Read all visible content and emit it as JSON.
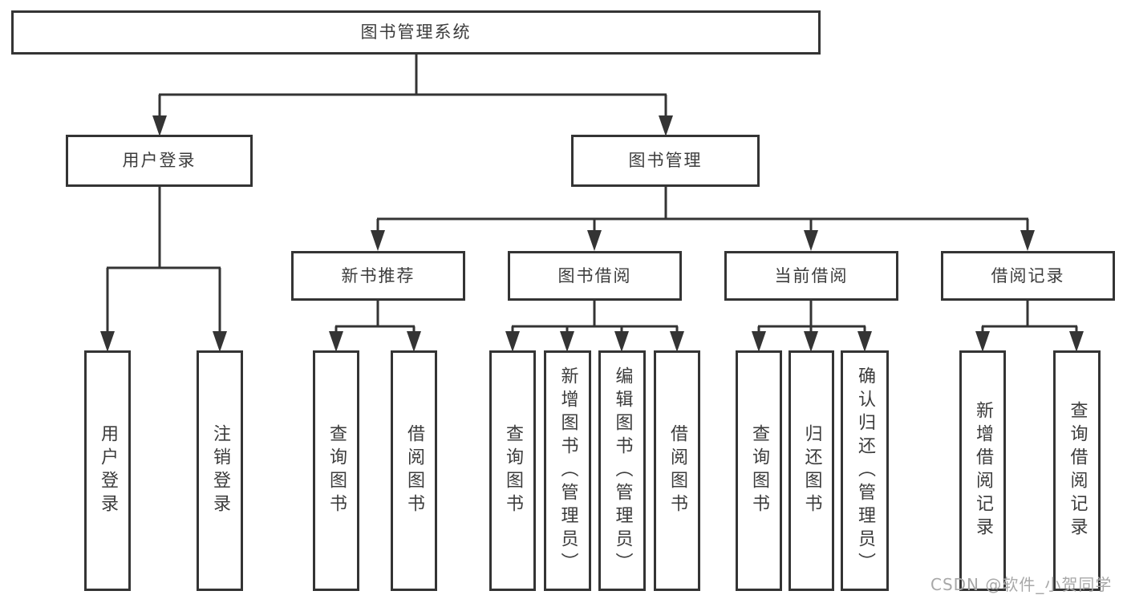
{
  "diagram": {
    "root": "图书管理系统",
    "branches": [
      {
        "label": "用户登录",
        "leaves": [
          "用户登录",
          "注销登录"
        ]
      },
      {
        "label": "图书管理",
        "sections": [
          {
            "label": "新书推荐",
            "leaves": [
              "查询图书",
              "借阅图书"
            ]
          },
          {
            "label": "图书借阅",
            "leaves": [
              "查询图书",
              "新增图书（管理员）",
              "编辑图书（管理员）",
              "借阅图书"
            ]
          },
          {
            "label": "当前借阅",
            "leaves": [
              "查询图书",
              "归还图书",
              "确认归还（管理员）"
            ]
          },
          {
            "label": "借阅记录",
            "leaves": [
              "新增借阅记录",
              "查询借阅记录"
            ]
          }
        ]
      }
    ]
  },
  "colors": {
    "line": "#343434",
    "text": "#3c3c3c",
    "watermark": "#a8a8a8",
    "background": "#ffffff"
  },
  "watermark": "CSDN @软件_小贺同学"
}
